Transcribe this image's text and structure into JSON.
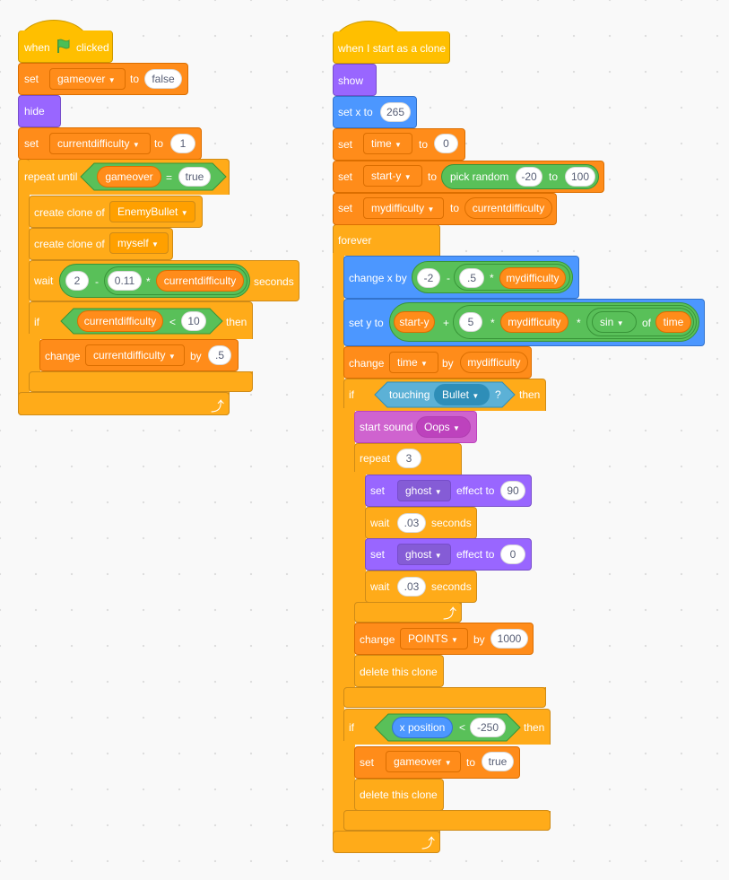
{
  "palette": {
    "events": "#ffbf00",
    "control": "#ffab19",
    "variables": "#ff8c1a",
    "operators": "#59c059",
    "motion": "#4c97ff",
    "looks": "#9966ff",
    "sound": "#cf63cf",
    "sensing": "#5cb1d6"
  },
  "s1": {
    "hat_when": "when",
    "hat_clicked": "clicked",
    "flag_icon": "green-flag-icon",
    "set1": {
      "verb": "set",
      "var": "gameover",
      "to": "to",
      "val": "false"
    },
    "hide": "hide",
    "set2": {
      "verb": "set",
      "var": "currentdifficulty",
      "to": "to",
      "val": "1"
    },
    "repeat_until": "repeat until",
    "cond_var": "gameover",
    "cond_op": "=",
    "cond_val": "true",
    "clone1": {
      "label": "create clone of",
      "target": "EnemyBullet"
    },
    "clone2": {
      "label": "create clone of",
      "target": "myself"
    },
    "wait": {
      "label": "wait",
      "a": "2",
      "minus": "-",
      "b": "0.11",
      "times": "*",
      "var": "currentdifficulty",
      "seconds": "seconds"
    },
    "if": {
      "label": "if",
      "var": "currentdifficulty",
      "op": "<",
      "val": "10",
      "then": "then"
    },
    "change": {
      "verb": "change",
      "var": "currentdifficulty",
      "by": "by",
      "val": ".5"
    }
  },
  "s2": {
    "hat": "when I start as a clone",
    "show": "show",
    "setx": {
      "label": "set x to",
      "val": "265"
    },
    "set_time": {
      "verb": "set",
      "var": "time",
      "to": "to",
      "val": "0"
    },
    "set_starty": {
      "verb": "set",
      "var": "start-y",
      "to": "to",
      "pick": "pick random",
      "a": "-20",
      "to2": "to",
      "b": "100"
    },
    "set_mydiff": {
      "verb": "set",
      "var": "mydifficulty",
      "to": "to",
      "rep": "currentdifficulty"
    },
    "forever": "forever",
    "changex": {
      "label": "change x by",
      "a": "-2",
      "minus": "-",
      "b": ".5",
      "times": "*",
      "var": "mydifficulty"
    },
    "sety": {
      "label": "set y to",
      "a": "start-y",
      "plus": "+",
      "b": "5",
      "times": "*",
      "var": "mydifficulty",
      "times2": "*",
      "fn": "sin",
      "of": "of",
      "arg": "time"
    },
    "change_time": {
      "verb": "change",
      "var": "time",
      "by": "by",
      "rep": "mydifficulty"
    },
    "if1": {
      "label": "if",
      "touch": "touching",
      "obj": "Bullet",
      "q": "?",
      "then": "then"
    },
    "sound": {
      "label": "start sound",
      "snd": "Oops"
    },
    "repeat": {
      "label": "repeat",
      "val": "3"
    },
    "eff1": {
      "verb": "set",
      "eff": "ghost",
      "to": "effect to",
      "val": "90"
    },
    "wait1": {
      "label": "wait",
      "val": ".03",
      "sec": "seconds"
    },
    "eff2": {
      "verb": "set",
      "eff": "ghost",
      "to": "effect to",
      "val": "0"
    },
    "wait2": {
      "label": "wait",
      "val": ".03",
      "sec": "seconds"
    },
    "points": {
      "verb": "change",
      "var": "POINTS",
      "by": "by",
      "val": "1000"
    },
    "del1": "delete this clone",
    "if2": {
      "label": "if",
      "rep": "x position",
      "op": "<",
      "val": "-250",
      "then": "then"
    },
    "set_go": {
      "verb": "set",
      "var": "gameover",
      "to": "to",
      "val": "true"
    },
    "del2": "delete this clone"
  }
}
